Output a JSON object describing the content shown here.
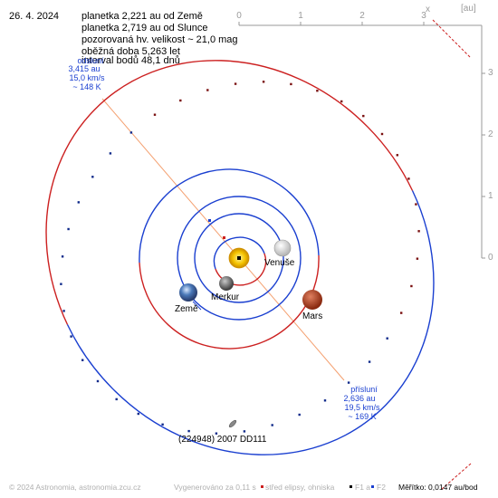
{
  "header": {
    "date": "26. 4. 2024",
    "lines": [
      "planetka 2,221 au od Země",
      "planetka 2,719 au od Slunce",
      "pozorovaná hv. velikost ~ 21,0 mag",
      "oběžná doba 5,263 let",
      "interval bodů 48,1 dnů"
    ]
  },
  "aphelion": {
    "lines": [
      "odsluní",
      "3,415 au",
      "15,0 km/s",
      "~ 148 K"
    ]
  },
  "perihelion": {
    "lines": [
      "přísluní",
      "2,636 au",
      "19,5 km/s",
      "~ 169 K"
    ]
  },
  "bodies": {
    "venus": "Venuše",
    "earth": "Země",
    "mercury": "Merkur",
    "mars": "Mars",
    "asteroid": "(224948) 2007 DD111"
  },
  "axes": {
    "unit": "[au]",
    "x_label": "x",
    "x_ticks": [
      "0",
      "1",
      "2",
      "3"
    ],
    "y_ticks": [
      "3",
      "2",
      "1",
      "0"
    ]
  },
  "footer": {
    "copyright": "© 2024 Astronomia, astronomia.zcu.cz",
    "generated": "Vygenerováno za 0,11 s",
    "legend_center": "střed elipsy, ohniska",
    "legend_f1": "F1 a",
    "legend_f2": "F2",
    "scale": "Měřítko: 0,0147 au/bod"
  },
  "colors": {
    "orbit_red": "#cc2020",
    "orbit_blue": "#1a3fd0",
    "axis": "#9a9a9a",
    "sun": "#f0c000",
    "mars": "#c0502a",
    "axis_line": "#f4a070"
  }
}
